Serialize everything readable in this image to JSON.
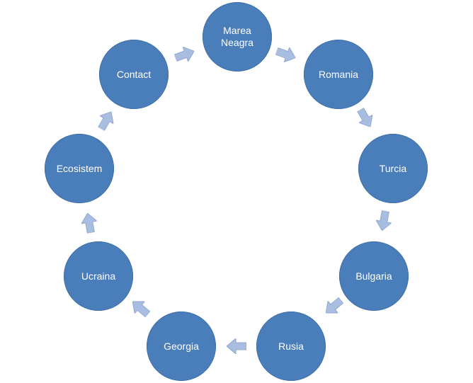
{
  "diagram": {
    "nodes": [
      {
        "id": "marea-neagra",
        "label": "Marea\nNeagra"
      },
      {
        "id": "romania",
        "label": "Romania"
      },
      {
        "id": "turcia",
        "label": "Turcia"
      },
      {
        "id": "bulgaria",
        "label": "Bulgaria"
      },
      {
        "id": "rusia",
        "label": "Rusia"
      },
      {
        "id": "georgia",
        "label": "Georgia"
      },
      {
        "id": "ucraina",
        "label": "Ucraina"
      },
      {
        "id": "ecosistem",
        "label": "Ecosistem"
      },
      {
        "id": "contact",
        "label": "Contact"
      }
    ],
    "colors": {
      "node_fill": "#4A7EBB",
      "node_text": "#FFFFFF",
      "arrow_fill": "#A9BDE0"
    },
    "arrow_icon": "arrow-right-icon"
  }
}
